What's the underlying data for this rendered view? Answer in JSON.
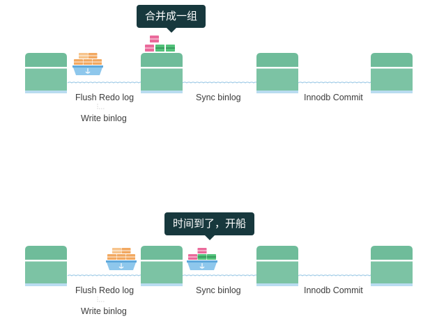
{
  "colors": {
    "dock_body": "#7cc3a4",
    "dock_top": "#6fbc9a",
    "dock_stripe": "#ffffff",
    "dock_water": "#b9dcf0",
    "water_wave": "#9fcbe6",
    "callout_bg": "#17383d",
    "callout_text": "#ffffff",
    "ship_hull": "#8ec7ec",
    "ship_hull_dark": "#5fa9dc",
    "container_orange": "#f2a860",
    "container_orange_light": "#f7c48c",
    "container_pink": "#ea6a9b",
    "container_green": "#52c27a",
    "label_text": "#3b3b3b"
  },
  "icons": [
    "ship-icon",
    "anchor-icon",
    "container-icon"
  ],
  "stage1": {
    "callout": "合并成一组",
    "labels": {
      "flush": "Flush Redo log",
      "write": "Write binlog",
      "sync": "Sync binlog",
      "commit": "Innodb Commit"
    }
  },
  "stage2": {
    "callout": "时间到了，开船",
    "labels": {
      "flush": "Flush Redo log",
      "write": "Write binlog",
      "sync": "Sync binlog",
      "commit": "Innodb Commit"
    }
  }
}
